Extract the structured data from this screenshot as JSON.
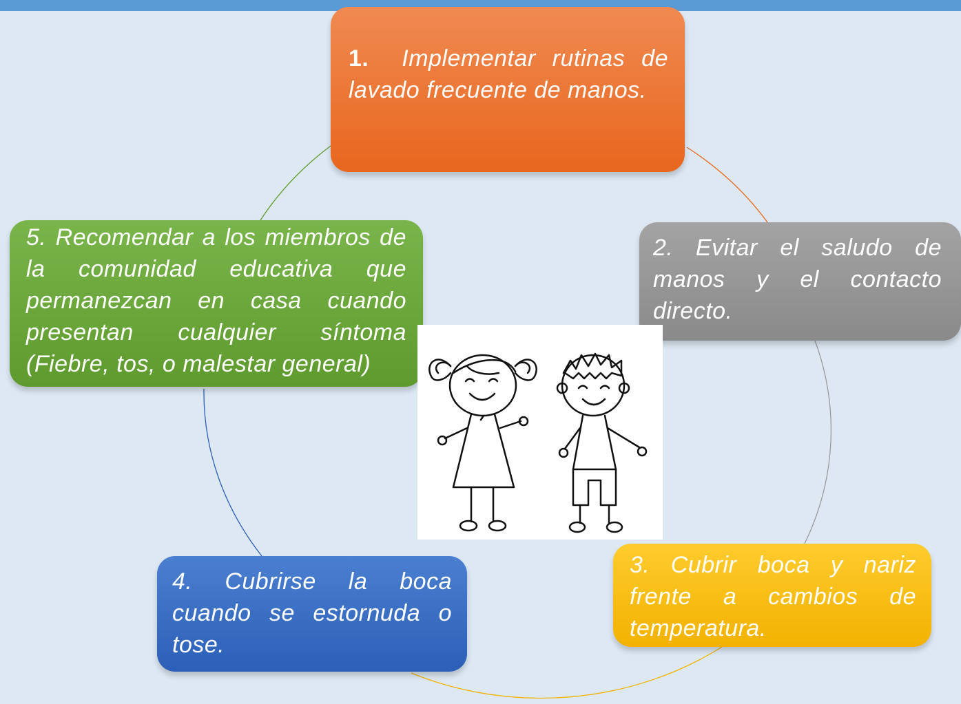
{
  "steps": [
    {
      "num": "1.",
      "text": "Implementar rutinas de lavado frecuente de manos."
    },
    {
      "text": "2. Evitar el saludo de manos y el contacto directo."
    },
    {
      "text": "3. Cubrir boca y nariz frente a cambios de temperatura."
    },
    {
      "text": "4. Cubrirse la boca cuando se estornuda o tose."
    },
    {
      "text": "5. Recomendar a los miembros de la comunidad educativa que permanezcan en casa cuando presentan cualquier síntoma (Fiebre, tos, o malestar general)"
    }
  ],
  "colors": {
    "step1": "#e8661d",
    "step2": "#8a8a8a",
    "step3": "#f2b200",
    "step4": "#2c5fb7",
    "step5": "#5e9a2e",
    "background": "#dde8f3",
    "topbar": "#5b9bd5"
  },
  "center_image": "children-drawing"
}
